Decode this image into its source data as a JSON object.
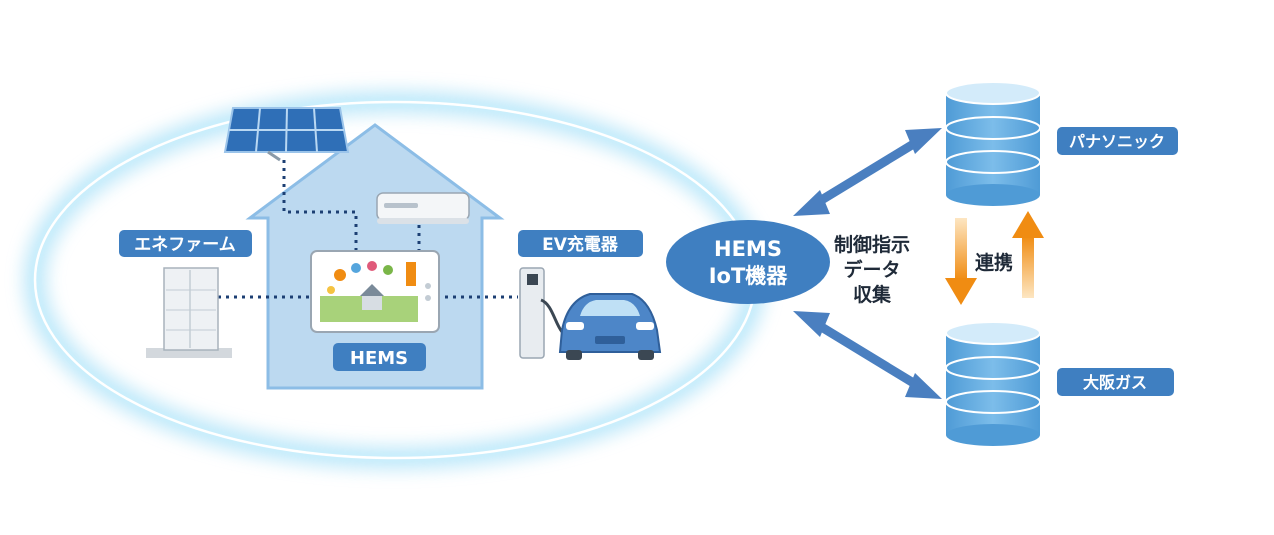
{
  "labels": {
    "enefarm": "エネファーム",
    "ev_charger": "EV充電器",
    "hems": "HEMS",
    "panasonic": "パナソニック",
    "osaka_gas": "大阪ガス"
  },
  "hub": {
    "line1": "HEMS",
    "line2": "IoT機器"
  },
  "flow_text": {
    "line1": "制御指示",
    "line2": "データ",
    "line3": "収集"
  },
  "link_text": "連携",
  "colors": {
    "label_bg": "#3f7fc1",
    "house": "#bcd9f0",
    "cloud_blue": "#5fa7dc",
    "arrow_blue": "#4a7fc0",
    "arrow_orange": "#f39a1e",
    "glow": "#8fd6f5"
  }
}
